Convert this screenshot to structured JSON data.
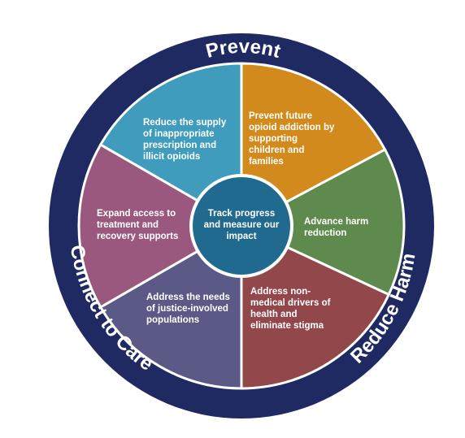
{
  "ring": {
    "color": "#1f2a63",
    "labels": {
      "top": "Prevent",
      "left": "Connect to Care",
      "right": "Reduce Harm"
    }
  },
  "segments": [
    {
      "id": "prevent-future",
      "color": "#d28a1c",
      "lines": [
        "Prevent future",
        "opioid addiction by",
        "supporting",
        "children and",
        "families"
      ]
    },
    {
      "id": "advance-harm-reduction",
      "color": "#5f8a4d",
      "lines": [
        "Advance harm",
        "reduction"
      ]
    },
    {
      "id": "address-non-medical",
      "color": "#92474b",
      "lines": [
        "Address non-",
        "medical drivers of",
        "health and",
        "eliminate stigma"
      ]
    },
    {
      "id": "address-justice",
      "color": "#5b5a86",
      "lines": [
        "Address the needs",
        "of justice-involved",
        "populations"
      ]
    },
    {
      "id": "expand-access",
      "color": "#9a587f",
      "lines": [
        "Expand access to",
        "treatment and",
        "recovery supports"
      ]
    },
    {
      "id": "reduce-supply",
      "color": "#3f9cbd",
      "lines": [
        "Reduce the supply",
        "of inappropriate",
        "prescription and",
        "illicit opioids"
      ]
    }
  ],
  "center": {
    "color": "#1f6a8e",
    "lines": [
      "Track progress",
      "and measure our",
      "impact"
    ]
  }
}
